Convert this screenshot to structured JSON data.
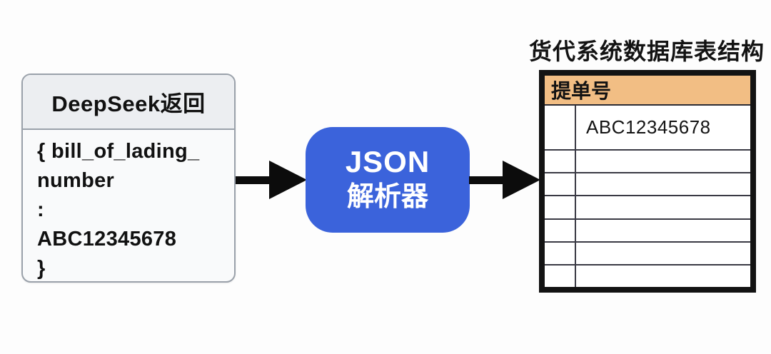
{
  "colors": {
    "parser_bg": "#3b63db",
    "parser_text": "#ffffff",
    "table_header_bg": "#f2be84",
    "source_header_bg": "#eceef1",
    "source_body_bg": "#f9fafb",
    "source_border": "#9aa1aa",
    "arrow": "#0c0c0c",
    "table_border": "#131313"
  },
  "source_box": {
    "title": "DeepSeek返回",
    "body_lines": [
      "{ bill_of_lading_",
      "number",
      ":",
      "ABC12345678",
      "}"
    ]
  },
  "parser": {
    "line1": "JSON",
    "line2": "解析器"
  },
  "database_table": {
    "title": "货代系统数据库表结构",
    "header": "提单号",
    "rows": [
      "ABC12345678",
      "",
      "",
      "",
      "",
      "",
      ""
    ]
  }
}
